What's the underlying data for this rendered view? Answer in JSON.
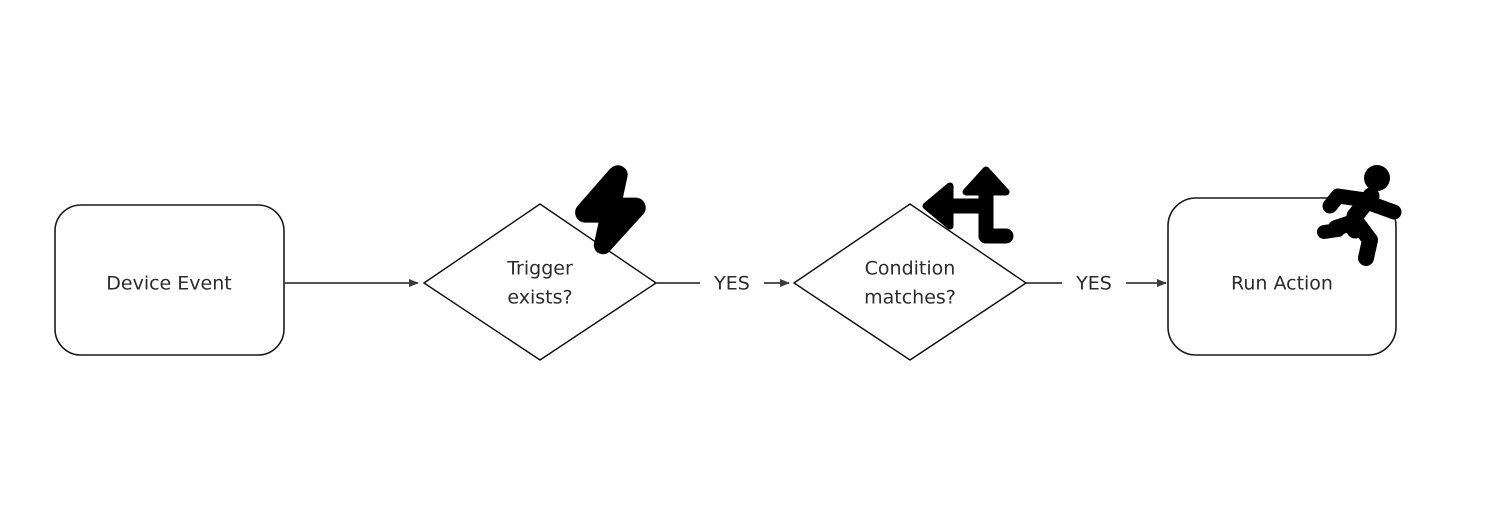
{
  "diagram": {
    "type": "flowchart",
    "orientation": "left-to-right",
    "background_color": "#ffffff",
    "line_color": "#3b3b3b",
    "text_color": "#2b2b2b",
    "icon_color": "#000000",
    "nodes": [
      {
        "id": "device-event",
        "shape": "rounded-rectangle",
        "label": "Device Event",
        "icon": null
      },
      {
        "id": "trigger-exists",
        "shape": "diamond",
        "label_line1": "Trigger",
        "label_line2": "exists?",
        "icon": "lightning-bolt-icon"
      },
      {
        "id": "condition-matches",
        "shape": "diamond",
        "label_line1": "Condition",
        "label_line2": "matches?",
        "icon": "branch-arrow-icon"
      },
      {
        "id": "run-action",
        "shape": "rounded-rectangle",
        "label": "Run Action",
        "icon": "running-person-icon"
      }
    ],
    "edges": [
      {
        "id": "edge-event-to-trigger",
        "from": "device-event",
        "to": "trigger-exists",
        "label": "",
        "arrowhead": true
      },
      {
        "id": "edge-trigger-to-condition",
        "from": "trigger-exists",
        "to": "condition-matches",
        "label": "YES",
        "arrowhead": true
      },
      {
        "id": "edge-condition-to-action",
        "from": "condition-matches",
        "to": "run-action",
        "label": "YES",
        "arrowhead": true
      }
    ]
  }
}
